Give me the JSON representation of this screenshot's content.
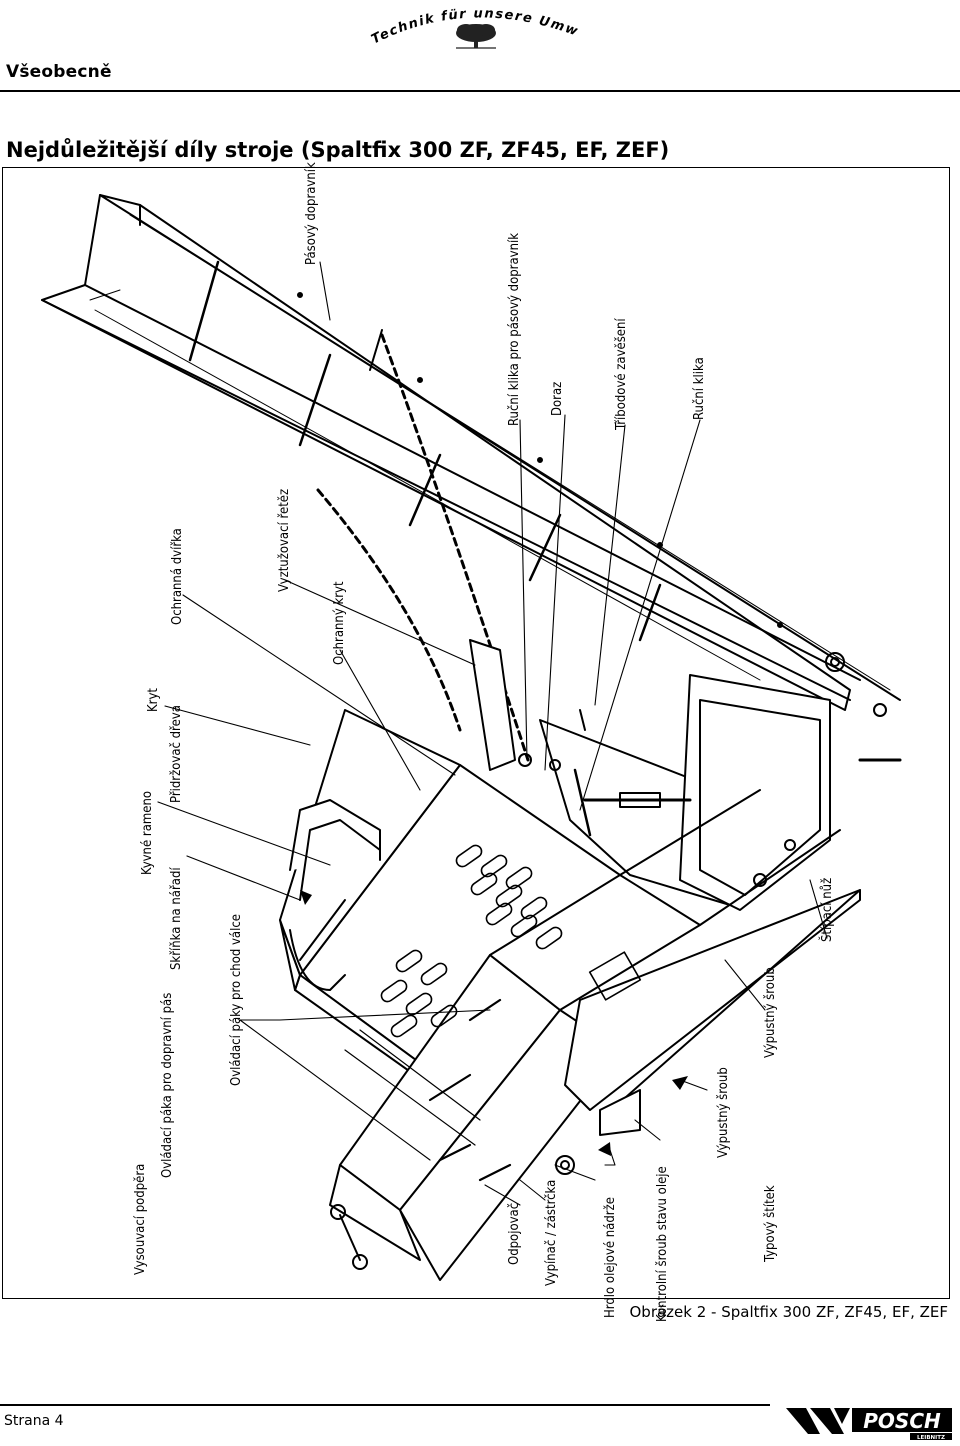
{
  "header": {
    "slogan": "Technik für unsere Umwelt",
    "section": "Všeobecně"
  },
  "title": "Nejdůležitější díly stroje (Spaltfix 300 ZF, ZF45, EF, ZEF)",
  "labels": {
    "vysouvaci_podpera": "Vysouvací podpěra",
    "ovladaci_paka_pas": "Ovládací páka pro dopravní pás",
    "kyvne_rameno": "Kyvné rameno",
    "skrinka_naradi": "Skříňka na nářadí",
    "pridrzovac_dreva": "Přidržovač dřeva",
    "kryt": "Kryt",
    "ochranna_dvirka": "Ochranná dvířka",
    "ovladaci_packy": "Ovládací páky pro chod válce",
    "vyztuzovaci_retez": "Vyztužovací řetěz",
    "ochranny_kryt": "Ochranný kryt",
    "pasovy_dopravnik": "Pásový dopravník",
    "rucni_klika_pas": "Ruční klika pro pásový dopravník",
    "doraz": "Doraz",
    "tribodove_zaveseni": "Tříbodové zavěšení",
    "rucni_klika": "Ruční klika",
    "odpojovac": "Odpojovač",
    "vypinac_zastrcka": "Vypínač / zástrčka",
    "hrdlo_olejove_nadrze": "Hrdlo olejové nádrže",
    "kontrolni_sroub": "Kontrolní šroub stavu oleje",
    "typovy_stitek": "Typový štítek",
    "vypustny_sroub_1": "Výpustný šroub",
    "vypustny_sroub_2": "Výpustný šroub",
    "stipaci_nuz": "Štípací nůž"
  },
  "caption": "Obrázek 2 - Spaltfix 300 ZF, ZF45, EF, ZEF",
  "footer": {
    "page": "Strana 4",
    "brand": "POSCH",
    "brand_sub": "LEIBNITZ"
  }
}
